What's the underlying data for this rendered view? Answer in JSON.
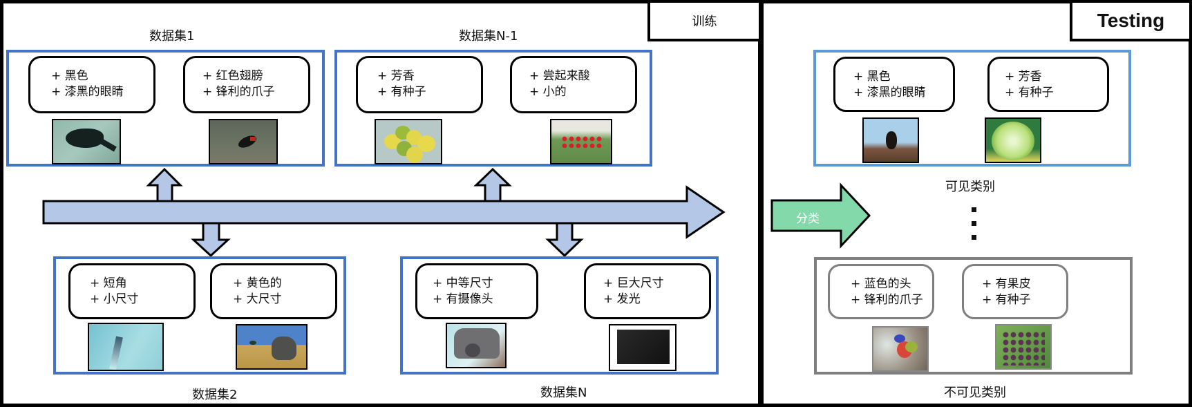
{
  "training": {
    "label": "训练",
    "datasets": [
      {
        "name": "数据集1",
        "items": [
          {
            "attributes": [
              "+ 黑色",
              "+ 漆黑的眼睛"
            ],
            "image": "black-bird-photo"
          },
          {
            "attributes": [
              "+ 红色翅膀",
              "+ 锋利的爪子"
            ],
            "image": "red-winged-blackbird-photo"
          }
        ]
      },
      {
        "name": "数据集N-1",
        "items": [
          {
            "attributes": [
              "+ 芳香",
              "+ 有种子"
            ],
            "image": "lemons-limes-photo"
          },
          {
            "attributes": [
              "+ 尝起来酸",
              "+ 小的"
            ],
            "image": "cherries-photo"
          }
        ]
      },
      {
        "name": "数据集2",
        "items": [
          {
            "attributes": [
              "+ 短角",
              "+ 小尺寸"
            ],
            "image": "leaping-animal-photo"
          },
          {
            "attributes": [
              "+ 黄色的",
              "+ 大尺寸"
            ],
            "image": "elephant-photo"
          }
        ]
      },
      {
        "name": "数据集N",
        "items": [
          {
            "attributes": [
              "+ 中等尺寸",
              "+ 有摄像头"
            ],
            "image": "camera-photo"
          },
          {
            "attributes": [
              "+ 巨大尺寸",
              "+ 发光"
            ],
            "image": "black-panel-photo"
          }
        ]
      }
    ]
  },
  "testing": {
    "label": "Testing",
    "classify_label": "分类",
    "seen": {
      "caption": "可见类别",
      "items": [
        {
          "attributes": [
            "+ 黑色",
            "+ 漆黑的眼睛"
          ],
          "image": "dark-bird-on-branches-photo"
        },
        {
          "attributes": [
            "+ 芳香",
            "+ 有种子"
          ],
          "image": "lime-half-photo"
        }
      ]
    },
    "unseen": {
      "caption": "不可见类别",
      "items": [
        {
          "attributes": [
            "+ 蓝色的头",
            "+ 锋利的爪子"
          ],
          "image": "painted-bunting-photo"
        },
        {
          "attributes": [
            "+ 有果皮",
            "+ 有种子"
          ],
          "image": "grapes-photo"
        }
      ]
    }
  },
  "colors": {
    "dataset_border": "#4472c4",
    "seen_border": "#5b9bd5",
    "unseen_border": "#7f7f7f",
    "flow_arrow": "#b4c7e7",
    "classify_arrow": "#84d9ab"
  }
}
